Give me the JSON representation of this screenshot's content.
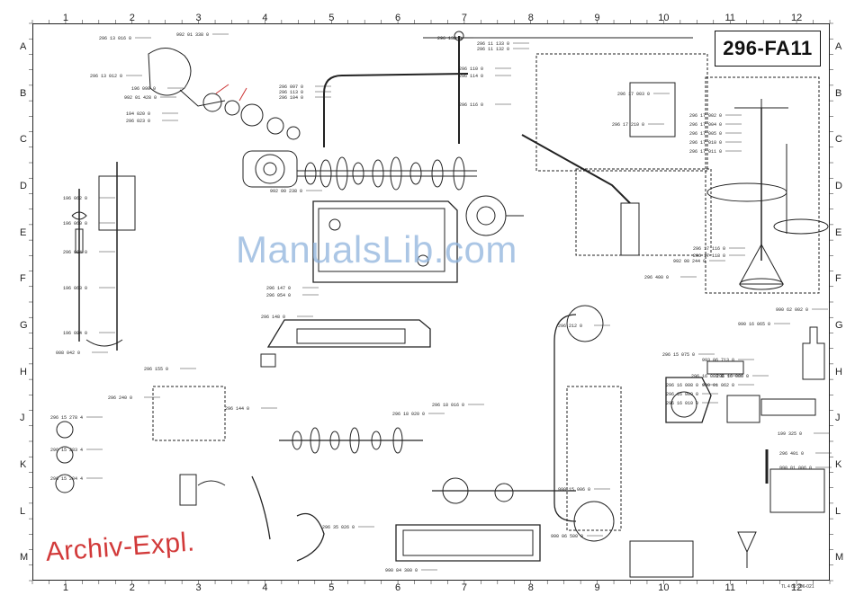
{
  "drawing_id": "296-FA11",
  "stamp": "Archiv-Expl.",
  "watermark": "ManualsLib.com",
  "footer_code": "TL 4 02 296-021",
  "grid": {
    "columns": [
      "1",
      "2",
      "3",
      "4",
      "5",
      "6",
      "7",
      "8",
      "9",
      "10",
      "11",
      "12"
    ],
    "rows": [
      "A",
      "B",
      "C",
      "D",
      "E",
      "F",
      "G",
      "H",
      "J",
      "K",
      "L",
      "M"
    ]
  },
  "part_numbers": [
    "296 13 016 0",
    "992 01 338 0",
    "296 13 012 0",
    "196 098 0",
    "992 01 428 0",
    "194 020 0",
    "296 023 0",
    "296 097 0",
    "296 113 0",
    "296 104 0",
    "992 00 238 0",
    "296 147 0",
    "296 054 0",
    "296 148 0",
    "296 132 0",
    "296 11 133 0",
    "296 11 132 0",
    "296 110 0",
    "296 114 0",
    "296 116 0",
    "296 17 003 0",
    "296 17 002 0",
    "296 17 004 0",
    "296 17 005 0",
    "296 17 010 0",
    "296 17 011 0",
    "296 17 116 0",
    "296 17 118 0",
    "296 400 0",
    "296 212 0",
    "296 15 075 0",
    "296 16 080 0",
    "992 00 244 0",
    "990 62 002 0",
    "990 16 065 0",
    "196 062 0",
    "196 060 0",
    "296 064 0",
    "196 063 0",
    "196 084 0",
    "008 042 0",
    "296 155 0",
    "296 144 0",
    "296 240 0",
    "990 15 006 0",
    "296 15 283 4",
    "296 15 284 4",
    "296 15 278 4",
    "993 06 713 0",
    "296 16 086 0",
    "990 01 062 0",
    "199 325 0",
    "296 401 0",
    "990 01 006 0",
    "296 35 026 0",
    "990 84 300 0",
    "296 18 020 0",
    "990 06 500 0",
    "296 16 008 0",
    "296 16 009 0",
    "296 16 010 0",
    "296 17 210 0",
    "296 18 016 0"
  ]
}
